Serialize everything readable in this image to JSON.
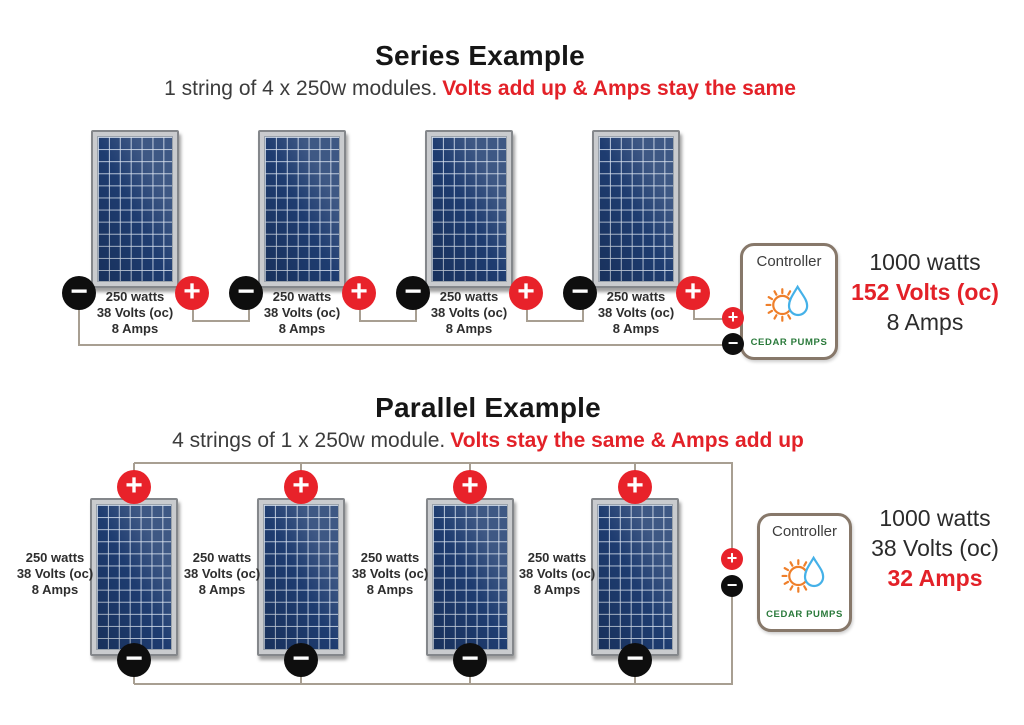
{
  "icons": {
    "plus": "+",
    "minus": "−"
  },
  "shared": {
    "panel_label": [
      "250 watts",
      "38 Volts (oc)",
      "8 Amps"
    ],
    "controller_label": "Controller",
    "brand": "CEDAR PUMPS"
  },
  "series": {
    "title": "Series Example",
    "subtitle": "1 string of 4 x 250w modules.",
    "subtitle_highlight": "Volts add up & Amps stay the same",
    "totals": {
      "watts": "1000 watts",
      "volts": "152 Volts (oc)",
      "amps": "8 Amps"
    }
  },
  "parallel": {
    "title": "Parallel Example",
    "subtitle": "4 strings of 1 x 250w module.",
    "subtitle_highlight": "Volts stay the same & Amps add up",
    "totals": {
      "watts": "1000 watts",
      "volts": "38 Volts (oc)",
      "amps": "32 Amps"
    }
  },
  "colors": {
    "accent_red": "#e32128",
    "terminal_black": "#0e0e0e",
    "panel_blue": "#1e3c70",
    "wire_gray": "#a89f92",
    "controller_border": "#87786a",
    "brand_green": "#2a7a3b",
    "sun_orange": "#ef7f2a",
    "drop_blue": "#45b1e8"
  }
}
